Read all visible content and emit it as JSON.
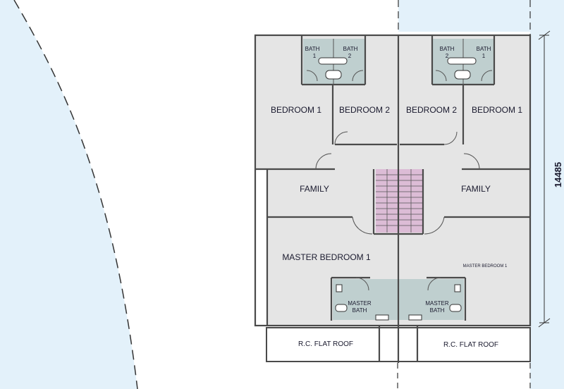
{
  "plan": {
    "left_unit": {
      "bath1": [
        "BATH",
        "1"
      ],
      "bath2": [
        "BATH",
        "2"
      ],
      "bedroom1": "BEDROOM 1",
      "bedroom2": "BEDROOM 2",
      "family": "FAMILY",
      "master_bedroom": "MASTER BEDROOM 1",
      "master_bath": [
        "MASTER",
        "BATH"
      ],
      "flat_roof": "R.C. FLAT ROOF"
    },
    "right_unit": {
      "bath2": [
        "BATH",
        "2"
      ],
      "bath1": [
        "BATH",
        "1"
      ],
      "bedroom2": "BEDROOM 2",
      "bedroom1": "BEDROOM 1",
      "family": "FAMILY",
      "master_bedroom": "MASTER BEDROOM 1",
      "master_bath": [
        "MASTER",
        "BATH"
      ],
      "flat_roof": "R.C. FLAT ROOF"
    },
    "dimension": "14485",
    "colors": {
      "site_background": "#e3f1fa",
      "room_fill": "#e5e5e5",
      "bath_fill": "#bfcfcf",
      "stair_fill": "#dcbcd6",
      "wall": "#4a4a4a"
    }
  }
}
